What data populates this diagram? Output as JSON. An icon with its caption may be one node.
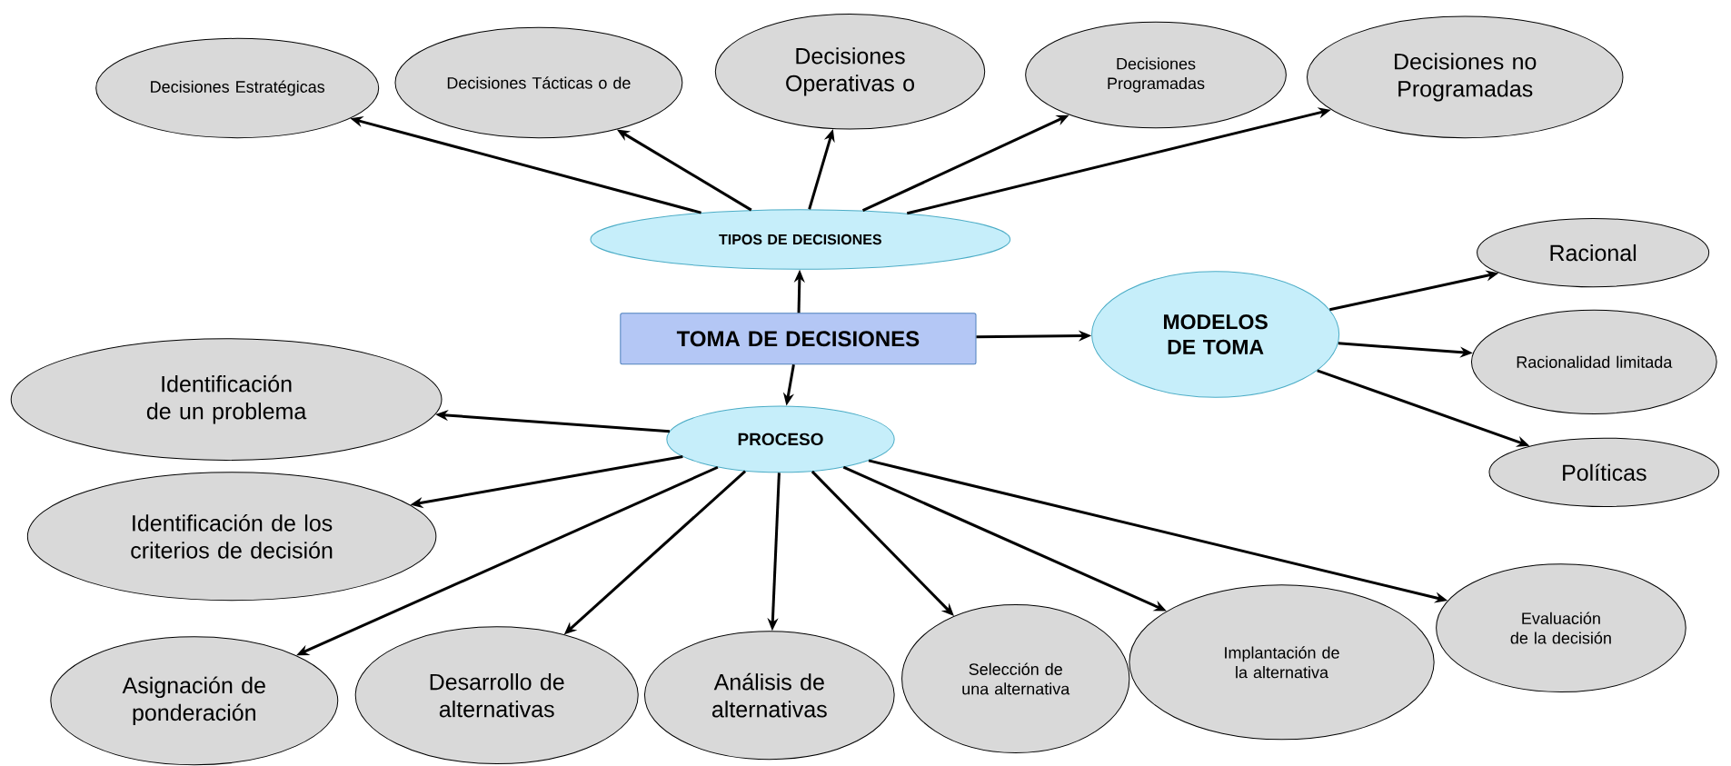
{
  "diagram": {
    "nodes": [
      {
        "text": [
          "TOMA DE DECISIONES"
        ]
      },
      {
        "text": [
          "TIPOS DE DECISIONES"
        ]
      },
      {
        "text": [
          "Decisiones Estratégicas"
        ]
      },
      {
        "text": [
          "Decisiones Tácticas o de"
        ]
      },
      {
        "text": [
          "Decisiones Operativas o"
        ]
      },
      {
        "text": [
          "Decisiones Programadas"
        ]
      },
      {
        "text": [
          "Decisiones no Programadas"
        ]
      },
      {
        "text": [
          "MODELOS DE TOMA"
        ]
      },
      {
        "text": [
          "Racional"
        ]
      },
      {
        "text": [
          "Racionalidad limitada"
        ]
      },
      {
        "text": [
          "Políticas"
        ]
      },
      {
        "text": [
          "PROCESO"
        ]
      },
      {
        "text": [
          "Identificación de un problema"
        ]
      },
      {
        "text": [
          "Identificación de los criterios de decisión"
        ]
      },
      {
        "text": [
          "Asignación de ponderación"
        ]
      },
      {
        "text": [
          "Desarrollo de alternativas"
        ]
      },
      {
        "text": [
          "Análisis de alternativas"
        ]
      },
      {
        "text": [
          "Selección de una alternativa"
        ]
      },
      {
        "text": [
          "Implantación de la alternativa"
        ]
      },
      {
        "text": [
          "Evaluación de la decisión"
        ]
      }
    ],
    "edges": [
      {
        "from": 0,
        "to": 1,
        "arrow": "to"
      },
      {
        "from": 0,
        "to": 7,
        "arrow": "to"
      },
      {
        "from": 0,
        "to": 11,
        "arrow": "to"
      },
      {
        "from": 1,
        "to": 2,
        "arrow": "to"
      },
      {
        "from": 1,
        "to": 3,
        "arrow": "to"
      },
      {
        "from": 1,
        "to": 4,
        "arrow": "to"
      },
      {
        "from": 1,
        "to": 5,
        "arrow": "to"
      },
      {
        "from": 1,
        "to": 6,
        "arrow": "to"
      },
      {
        "from": 7,
        "to": 8,
        "arrow": "to"
      },
      {
        "from": 7,
        "to": 9,
        "arrow": "to"
      },
      {
        "from": 7,
        "to": 10,
        "arrow": "to"
      },
      {
        "from": 11,
        "to": 12,
        "arrow": "to"
      },
      {
        "from": 11,
        "to": 13,
        "arrow": "to"
      },
      {
        "from": 11,
        "to": 14,
        "arrow": "to"
      },
      {
        "from": 11,
        "to": 15,
        "arrow": "to"
      },
      {
        "from": 11,
        "to": 16,
        "arrow": "to"
      },
      {
        "from": 11,
        "to": 17,
        "arrow": "to"
      },
      {
        "from": 11,
        "to": 18,
        "arrow": "to"
      },
      {
        "from": 11,
        "to": 19,
        "arrow": "to"
      }
    ]
  }
}
